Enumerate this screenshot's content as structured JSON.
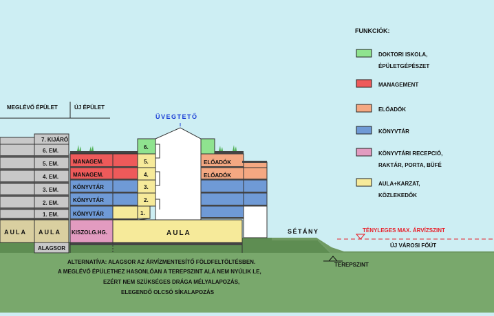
{
  "legend": {
    "title": "FUNKCIÓK:",
    "items": [
      {
        "color": "#8fe38f",
        "lines": [
          "DOKTORI ISKOLA,",
          "ÉPÜLETGÉPÉSZET"
        ]
      },
      {
        "color": "#ee5a5a",
        "lines": [
          "MANAGEMENT"
        ]
      },
      {
        "color": "#f4a882",
        "lines": [
          "ELŐADÓK"
        ]
      },
      {
        "color": "#6f9ad6",
        "lines": [
          "KÖNYVTÁR"
        ]
      },
      {
        "color": "#e29bc0",
        "lines": [
          "KÖNYVTÁRI RECEPCIÓ,",
          "RAKTÁR, PORTA, BÜFÉ"
        ]
      },
      {
        "color": "#f6ea9a",
        "lines": [
          "AULA+KARZAT,",
          "KÖZLEKEDŐK"
        ]
      }
    ]
  },
  "headers": {
    "existing": "MEGLÉVŐ ÉPÜLET",
    "new": "ÚJ ÉPÜLET",
    "glass_roof": "ÜVEGTETŐ"
  },
  "existing_floors": [
    "7. KIJÁRÓ",
    "6. EM.",
    "5. EM.",
    "4. EM.",
    "3. EM.",
    "2. EM.",
    "1. EM."
  ],
  "existing_aula": [
    "AULA",
    "AULA"
  ],
  "basement": "ALAGSOR",
  "new_floor_labels": {
    "managem_5": "MANAGEM.",
    "managem_4": "MANAGEM.",
    "konyvtar_3": "KÖNYVTÁR",
    "konyvtar_2": "KÖNYVTÁR",
    "konyvtar_1": "KÖNYVTÁR",
    "kiszolg": "KISZOLG.HG."
  },
  "atrium_numbers": [
    "6.",
    "5.",
    "4.",
    "3.",
    "2.",
    "1."
  ],
  "aula_center": "AULA",
  "eloadok": [
    "ELŐADÓK",
    "ELŐADÓK"
  ],
  "site": {
    "setany": "SÉTÁNY",
    "flood_level": "TÉNYLEGES MAX. ÁRVÍZSZINT",
    "road": "ÚJ VÁROSI FŐÚT",
    "terrain_level": "TEREPSZINT"
  },
  "note": [
    "ALTERNATÍVA:  ALAGSOR AZ ÁRVÍZMENTESÍTŐ  FÖLDFELTÖLTÉSBEN.",
    "A MEGLÉVŐ ÉPÜLETHEZ  HASONLÓAN  A TEREPSZINT ALÁ NEM  NYÚLIK LE,",
    "EZÉRT NEM SZÜKSÉGES DRÁGA MÉLYALAPOZÁS,",
    "ELEGENDŐ OLCSÓ SÍKALAPOZÁS"
  ],
  "colors": {
    "sky": "#cdeef3",
    "ground": "#79a86c",
    "gray": "#c8c8c8",
    "tan": "#d9cfa0",
    "green": "#8fe38f",
    "red": "#ee5a5a",
    "orange": "#f4a882",
    "blue": "#6f9ad6",
    "pink": "#e29bc0",
    "yellow": "#f6ea9a",
    "flood": "#e8202a",
    "glass_text": "#1b3fd6"
  }
}
